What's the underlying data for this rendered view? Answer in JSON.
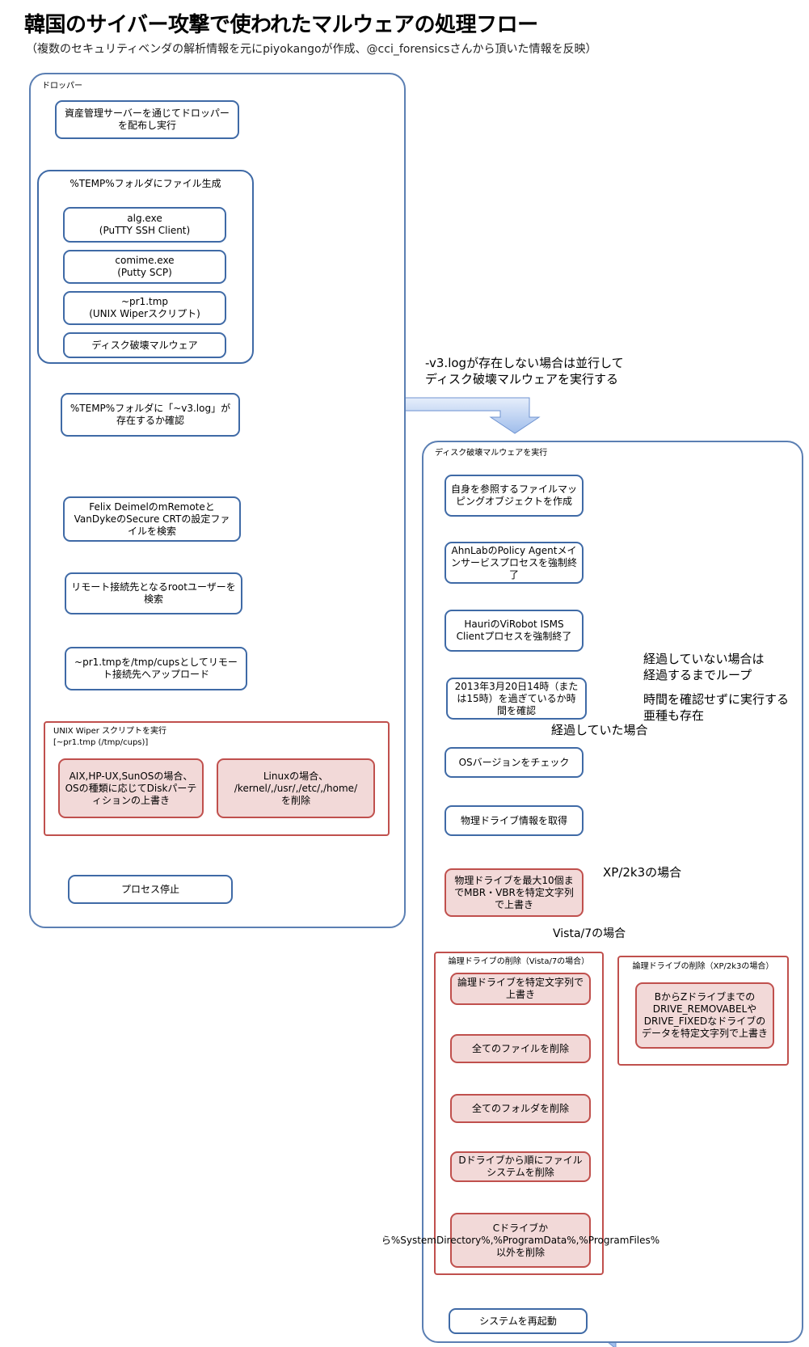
{
  "title": "韓国のサイバー攻撃で使われたマルウェアの処理フロー",
  "subtitle": "（複数のセキュリティベンダの解析情報を元にpiyokangoが作成、@cci_forensicsさんから頂いた情報を反映）",
  "dropper": {
    "label": "ドロッパー",
    "step1": "資産管理サーバーを通じてドロッパーを配布し実行",
    "temp_group": {
      "label": "%TEMP%フォルダにファイル生成",
      "files": [
        "alg.exe\n(PuTTY SSH Client)",
        "comime.exe\n(Putty SCP)",
        "~pr1.tmp\n(UNIX Wiperスクリプト)",
        "ディスク破壊マルウェア"
      ]
    },
    "check_log": "%TEMP%フォルダに「~v3.log」が存在するか確認",
    "search_config": "Felix DeimelのmRemoteとVanDykeのSecure CRTの設定ファイルを検索",
    "search_root": "リモート接続先となるrootユーザーを検索",
    "upload": "~pr1.tmpを/tmp/cupsとしてリモート接続先へアップロード",
    "unix_group": {
      "label": "UNIX Wiper スクリプトを実行\n[~pr1.tmp (/tmp/cups)]",
      "aix": "AIX,HP-UX,SunOSの場合、OSの種類に応じてDiskパーティションの上書き",
      "linux": "Linuxの場合、\n/kernel/,/usr/,/etc/,/home/\nを削除"
    },
    "stop": "プロセス停止"
  },
  "parallel_note": "-v3.logが存在しない場合は並行して\nディスク破壊マルウェアを実行する",
  "disk": {
    "label": "ディスク破壊マルウェアを実行",
    "step1": "自身を参照するファイルマッピングオブジェクトを作成",
    "step2": "AhnLabのPolicy Agentメインサービスプロセスを強制終了",
    "step3": "HauriのViRobot ISMS Clientプロセスを強制終了",
    "step4": "2013年3月20日14時（または15時）を過ぎているか時間を確認",
    "loop_note": "経過していない場合は\n経過するまでループ",
    "variant_note": "時間を確認せずに実行する\n亜種も存在",
    "passed_note": "経過していた場合",
    "step5": "OSバージョンをチェック",
    "step6": "物理ドライブ情報を取得",
    "step7": "物理ドライブを最大10個までMBR・VBRを特定文字列で上書き",
    "xp_note": "XP/2k3の場合",
    "vista_note": "Vista/7の場合",
    "vista_group": {
      "label": "論理ドライブの削除（Vista/7の場合）",
      "items": [
        "論理ドライブを特定文字列で上書き",
        "全てのファイルを削除",
        "全てのフォルダを削除",
        "Dドライブから順にファイルシステムを削除",
        "Cドライブから%SystemDirectory%,%ProgramData%,%ProgramFiles%以外を削除"
      ]
    },
    "xp_group": {
      "label": "論理ドライブの削除（XP/2k3の場合）",
      "item": "BからZドライブまでのDRIVE_REMOVABELやDRIVE_FIXEDなドライブのデータを特定文字列で上書き"
    },
    "reboot": "システムを再起動"
  },
  "colors": {
    "blue_border": "#3f6aa6",
    "red_border": "#c0504d",
    "red_fill": "#f2d9d8",
    "arrow_fill": "#a9c4ef",
    "arrow_stroke": "#6f93d0"
  }
}
